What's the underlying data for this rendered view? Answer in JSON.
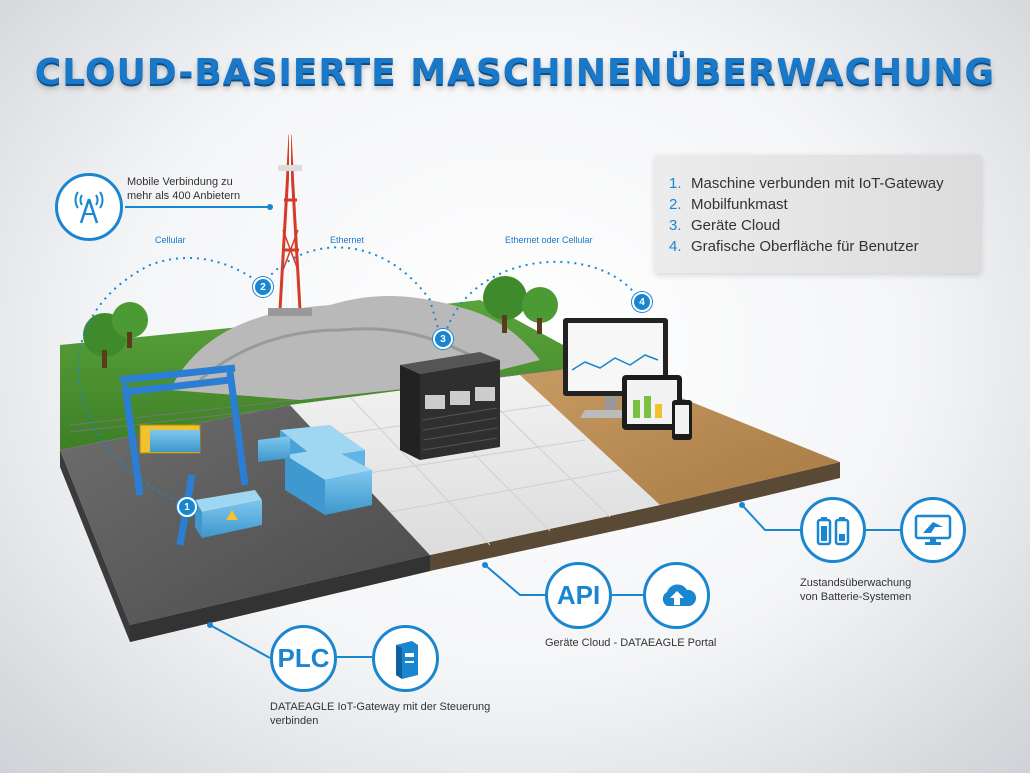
{
  "title": "CLOUD-BASIERTE MASCHINENÜBERWACHUNG",
  "legend": [
    {
      "num": "1.",
      "text": "Maschine verbunden mit IoT-Gateway"
    },
    {
      "num": "2.",
      "text": "Mobilfunkmast"
    },
    {
      "num": "3.",
      "text": "Geräte Cloud"
    },
    {
      "num": "4.",
      "text": "Grafische Oberfläche für Benutzer"
    }
  ],
  "mobile_label": [
    "Mobile Verbindung zu",
    "mehr als 400 Anbietern"
  ],
  "links": {
    "cellular": "Cellular",
    "ethernet": "Ethernet",
    "ethernet_or_cellular": "Ethernet oder Cellular"
  },
  "badges": [
    "1",
    "2",
    "3",
    "4"
  ],
  "plc": {
    "label": "PLC",
    "caption": [
      "DATAEAGLE IoT-Gateway mit der Steuerung",
      "verbinden"
    ]
  },
  "api": {
    "label": "API",
    "caption": "Geräte Cloud - DATAEAGLE Portal"
  },
  "battery": {
    "caption": [
      "Zustandsüberwachung",
      "von Batterie-Systemen"
    ]
  },
  "colors": {
    "accent": "#1a86d0",
    "title": "#1a78c8"
  }
}
